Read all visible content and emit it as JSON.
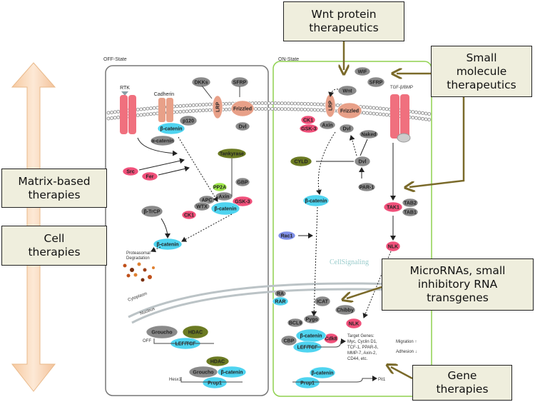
{
  "callouts": {
    "wnt_protein": "Wnt protein\ntherapeutics",
    "small_molecule": "Small\nmolecule\ntherapeutics",
    "matrix": "Matrix-based\ntherapies",
    "cell": "Cell\ntherapies",
    "microrna": "MicroRNAs, small\ninhibitory RNA\ntransgenes",
    "gene": "Gene\ntherapies"
  },
  "off": {
    "title": "OFF-State",
    "rtk": "RTK",
    "cadherin": "Cadherin",
    "p120": "p120",
    "bcat1": "β-catenin",
    "acat": "α-catenin",
    "dkks": "DKKs",
    "sfrp": "SFRP",
    "lrp": "LRP",
    "frizzled": "Frizzled",
    "dvl": "Dvl",
    "tankyrase": "Tankyrase",
    "gbp": "GBP",
    "pp2a": "PP2A",
    "axin": "Axin",
    "apc": "APC",
    "wtx": "WTX",
    "bcat2": "β-catenin",
    "gsk3": "GSK-3",
    "ck1": "CK1",
    "src": "Src",
    "fer": "Fer",
    "btrcp": "β-TrCP",
    "bcat3": "β-catenin",
    "proteasomal": "Proteasomal",
    "degradation": "Degradation",
    "cytoplasm": "Cytoplasm",
    "nucleus": "Nucleus",
    "groucho1": "Groucho",
    "hdac1": "HDAC",
    "leftcf": "LEF/TCF",
    "off_label": "OFF",
    "hdac2": "HDAC",
    "groucho2": "Groucho",
    "bcat4": "β-catenin",
    "prop1": "Prop1",
    "hesx1": "Hesx1"
  },
  "on": {
    "title": "ON-State",
    "wif": "WIF",
    "sfrp": "SFRP",
    "wnt": "Wnt",
    "lrp": "LRP",
    "frizzled": "Frizzled",
    "ck1": "CK1",
    "gsk3": "GSK-3",
    "axin": "Axin",
    "dvl1": "Dvl",
    "naked": "Naked",
    "cyld": "CYLD",
    "dvl2": "Dvl",
    "par1": "PAR-1",
    "bcat1": "β-catenin",
    "tgf": "TGF-β/BMP",
    "tab2": "TAB2",
    "tab1": "TAB1",
    "tak1": "TAK1",
    "nlk1": "NLK",
    "rac1": "Rac1",
    "logo": "CellSignaling",
    "ra": "RA",
    "rar": "RAR",
    "icat": "ICAT",
    "chibby": "Chibby",
    "pygo": "Pygo",
    "bcl9": "BCL9",
    "nlk2": "NLK",
    "bcat2": "β-catenin",
    "cdk8": "Cdk8",
    "cbp": "CBP",
    "leftcf": "LEF/TCF",
    "target": [
      "Target Genes:",
      "Myc, Cyclin D1,",
      "TCF-1, PPAR-δ,",
      "MMP-7, Axin-2,",
      "CD44, etc."
    ],
    "migration": "Migration ↑",
    "adhesion": "Adhesion ↓",
    "bcat3": "β-catenin",
    "prop1": "Prop1",
    "pit1": "Pit1"
  },
  "colors": {
    "callout_bg": "#efeedd",
    "arrow": "#7a6a2a",
    "off_border": "#777777",
    "on_border": "#8fd14f",
    "cyan": "#4fd4f0",
    "pink": "#f0507a",
    "gray": "#8a8a8a",
    "olive": "#6b7a22"
  }
}
